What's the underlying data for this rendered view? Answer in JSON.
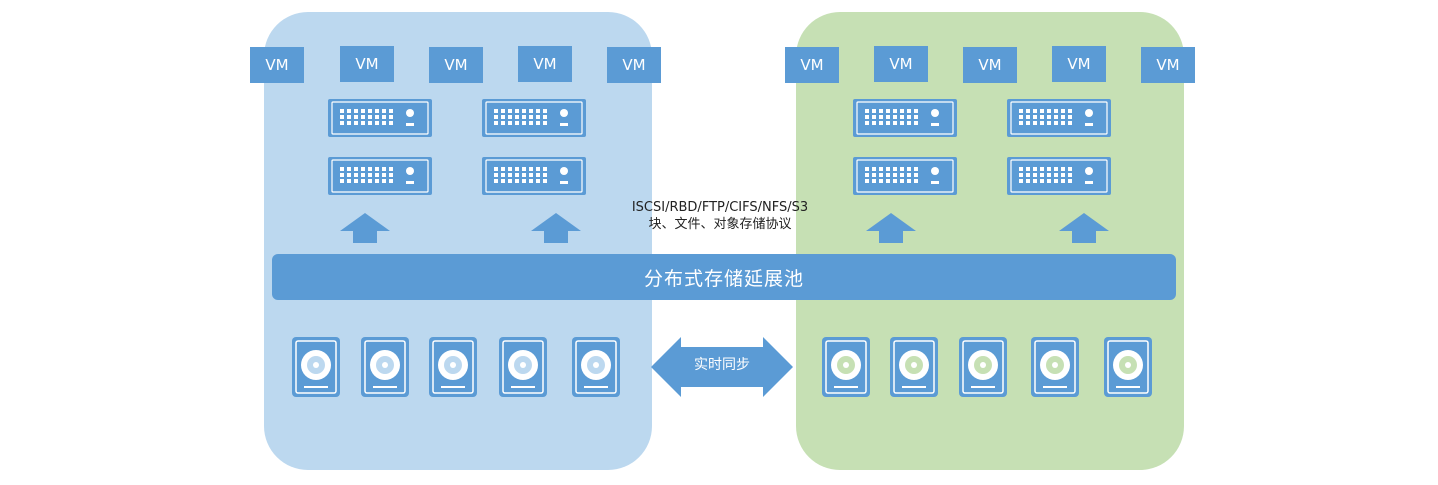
{
  "colors": {
    "accent": "#5b9bd5",
    "zone_left": "#bcd8ef",
    "zone_right": "#c6e0b4",
    "text": "#222222",
    "white": "#ffffff"
  },
  "vm_label": "VM",
  "protocol": {
    "line1": "ISCSI/RBD/FTP/CIFS/NFS/S3",
    "line2": "块、文件、对象存储协议"
  },
  "pool_label": "分布式存储延展池",
  "sync_label": "实时同步",
  "icons": {
    "server": "server-icon",
    "arrow": "up-arrow-icon",
    "disk": "hard-disk-icon",
    "sync": "double-arrow-icon"
  }
}
